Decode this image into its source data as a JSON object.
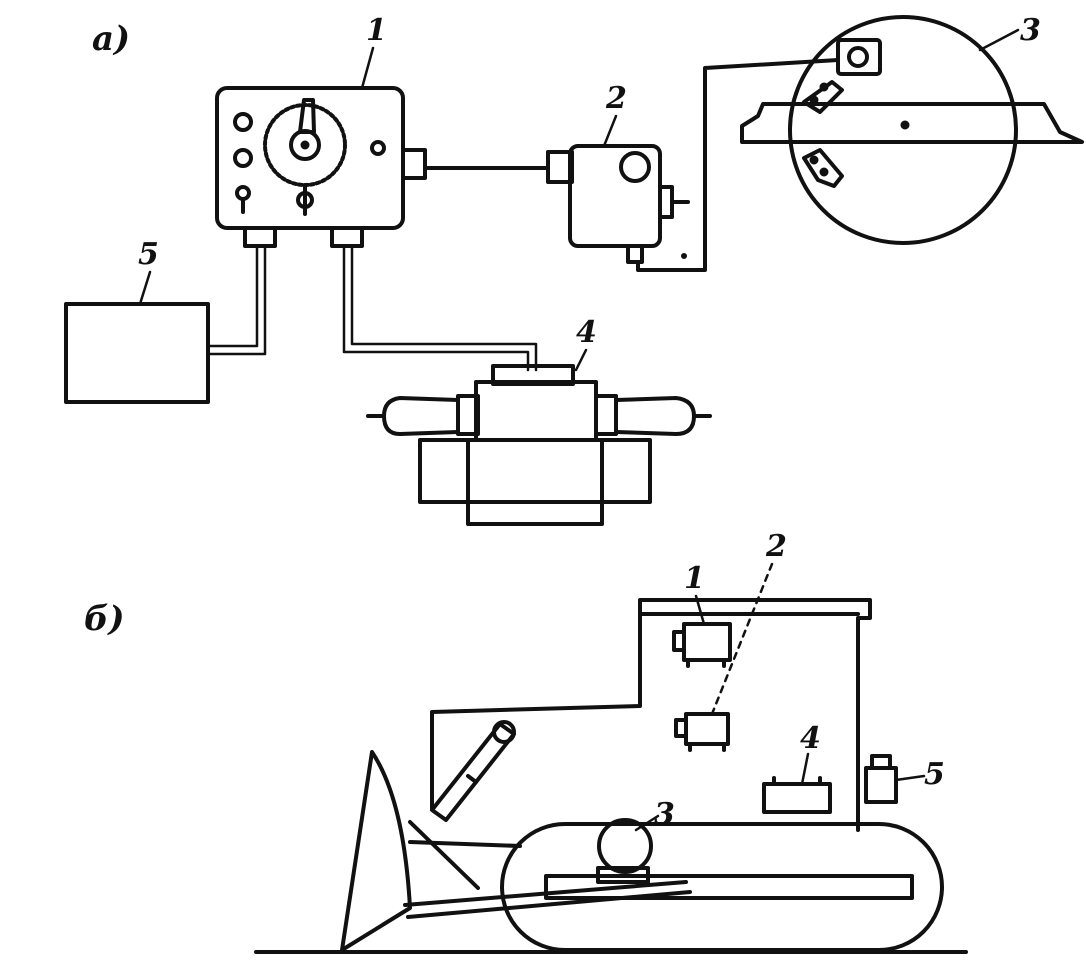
{
  "panels": [
    {
      "id": "a",
      "label": "а)"
    },
    {
      "id": "b",
      "label": "б)"
    }
  ],
  "callouts_a": [
    "1",
    "2",
    "3",
    "4",
    "5"
  ],
  "callouts_b": [
    "1",
    "2",
    "3",
    "4",
    "5"
  ]
}
